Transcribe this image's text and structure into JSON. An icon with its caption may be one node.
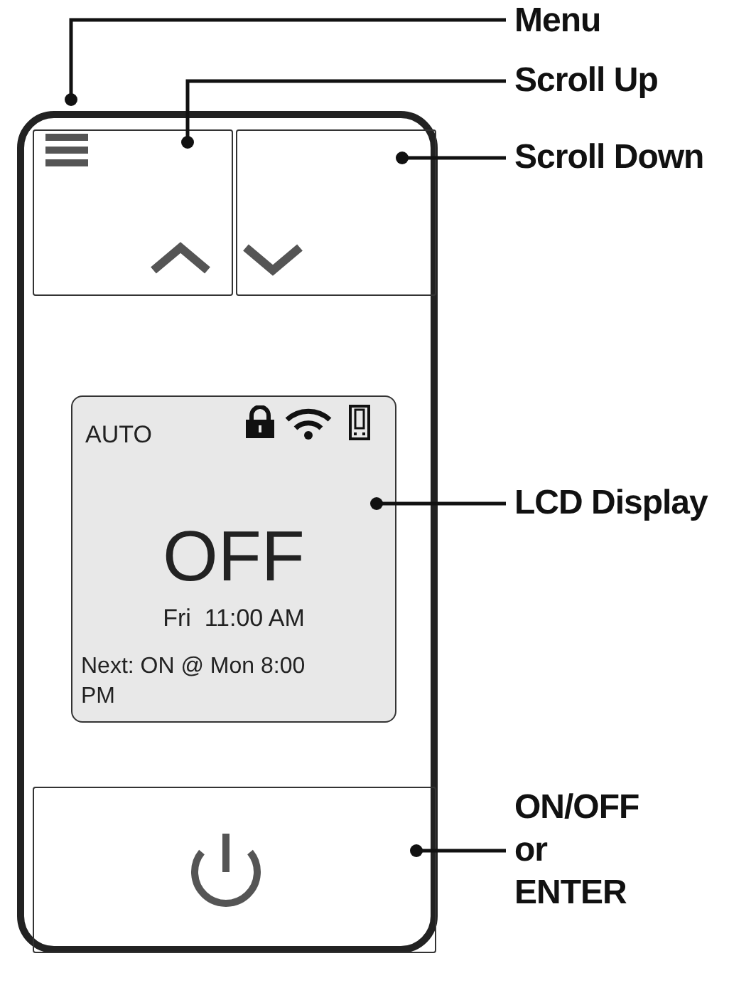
{
  "diagram": {
    "nodes": [
      {
        "text": [
          "Menu"
        ]
      },
      {
        "text": [
          "Scroll Up"
        ]
      },
      {
        "text": [
          "Scroll Down"
        ]
      },
      {
        "text": [
          "LCD Display"
        ]
      },
      {
        "text": [
          "ON/OFF or ENTER"
        ]
      },
      {
        "text": [],
        "shape": "box"
      },
      {
        "text": [],
        "shape": "box",
        "in": 5
      },
      {
        "text": [],
        "shape": "box",
        "in": 5
      },
      {
        "text": [
          "AUTO",
          "OFF",
          "Fri  11:00 AM",
          "Next: ON @ Mon 8:00 PM"
        ],
        "in": 5
      },
      {
        "text": [],
        "shape": "box",
        "in": 5
      }
    ],
    "edges": [
      {
        "from": 0,
        "to": 5,
        "arrow": "other"
      },
      {
        "from": 1,
        "to": 6,
        "arrow": "other"
      },
      {
        "from": 2,
        "to": 7,
        "arrow": "other"
      },
      {
        "from": 3,
        "to": 8,
        "arrow": "other"
      },
      {
        "from": 4,
        "to": 9,
        "arrow": "other"
      }
    ]
  }
}
